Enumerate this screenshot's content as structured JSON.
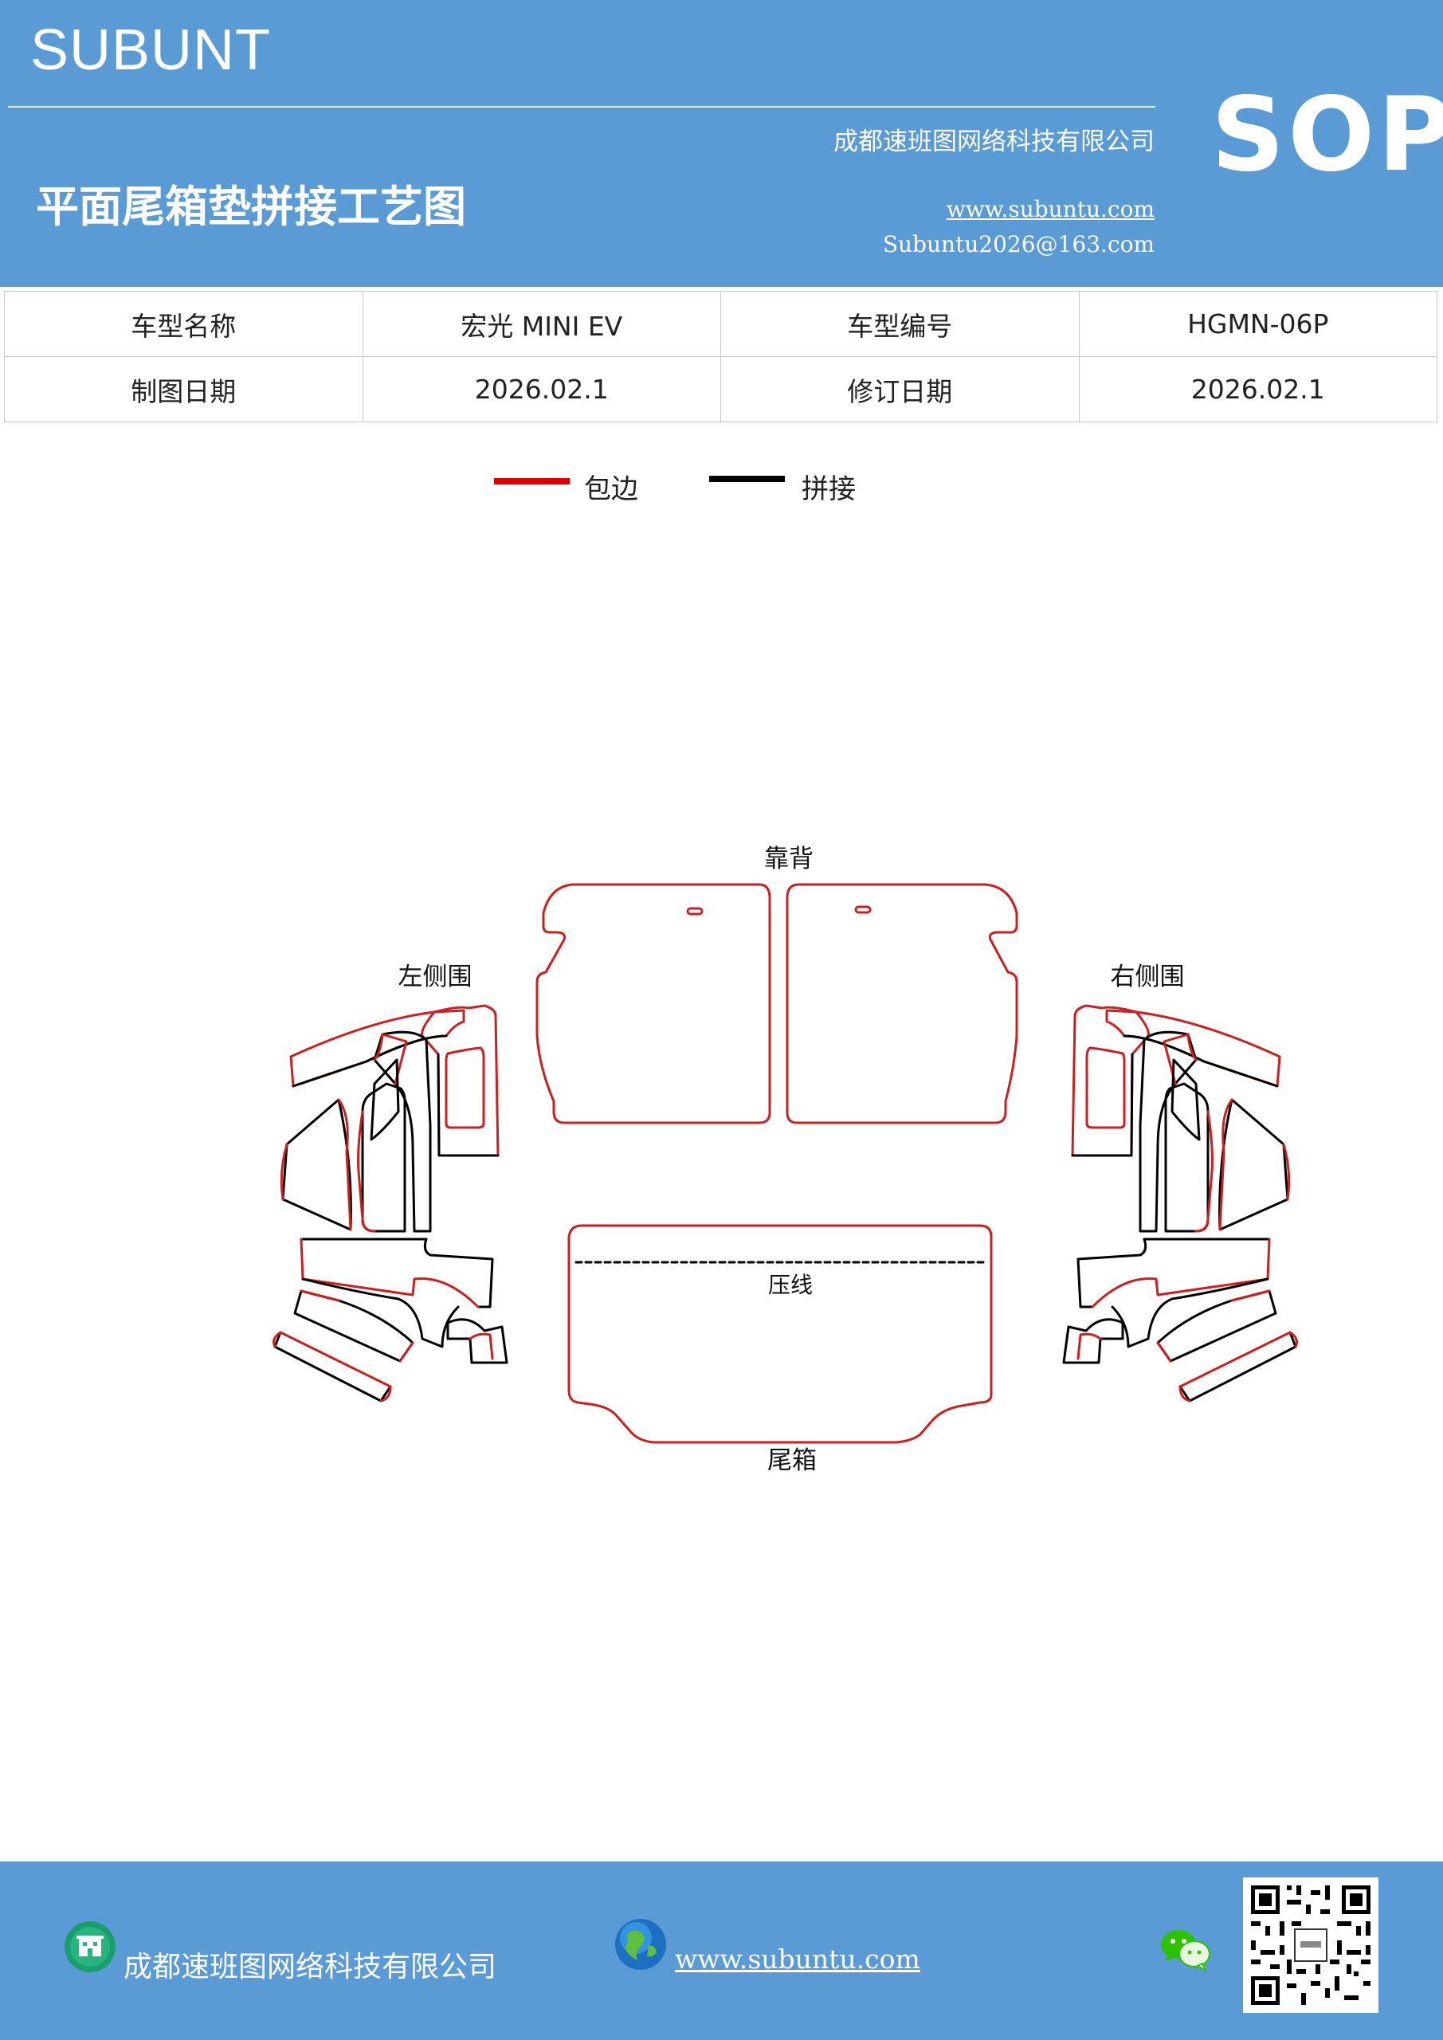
{
  "header": {
    "brand": "SUBUNT",
    "badge": "SOP",
    "company": "成都速班图网络科技有限公司",
    "title": "平面尾箱垫拼接工艺图",
    "website": "www.subuntu.com",
    "email": "Subuntu2026@163.com"
  },
  "info_table": {
    "rows": [
      [
        {
          "text": "车型名称"
        },
        {
          "text": "宏光 MINI  EV"
        },
        {
          "text": "车型编号"
        },
        {
          "text": "HGMN-06P"
        }
      ],
      [
        {
          "text": "制图日期"
        },
        {
          "text": "2026.02.1"
        },
        {
          "text": "修订日期"
        },
        {
          "text": "2026.02.1"
        }
      ]
    ]
  },
  "legend": [
    {
      "label": "包边",
      "color": "#e00000"
    },
    {
      "label": "拼接",
      "color": "#000000"
    }
  ],
  "diagram": {
    "labels": {
      "backrest": "靠背",
      "left_side": "左侧围",
      "right_side": "右侧围",
      "crease": "压线",
      "trunk": "尾箱"
    },
    "edge_colors": {
      "binding": "#cc1f1f",
      "seam": "#000000"
    }
  },
  "footer": {
    "company": "成都速班图网络科技有限公司",
    "website": "www.subuntu.com",
    "icons": [
      "building-icon",
      "globe-icon",
      "wechat-icon",
      "qr-code"
    ]
  }
}
